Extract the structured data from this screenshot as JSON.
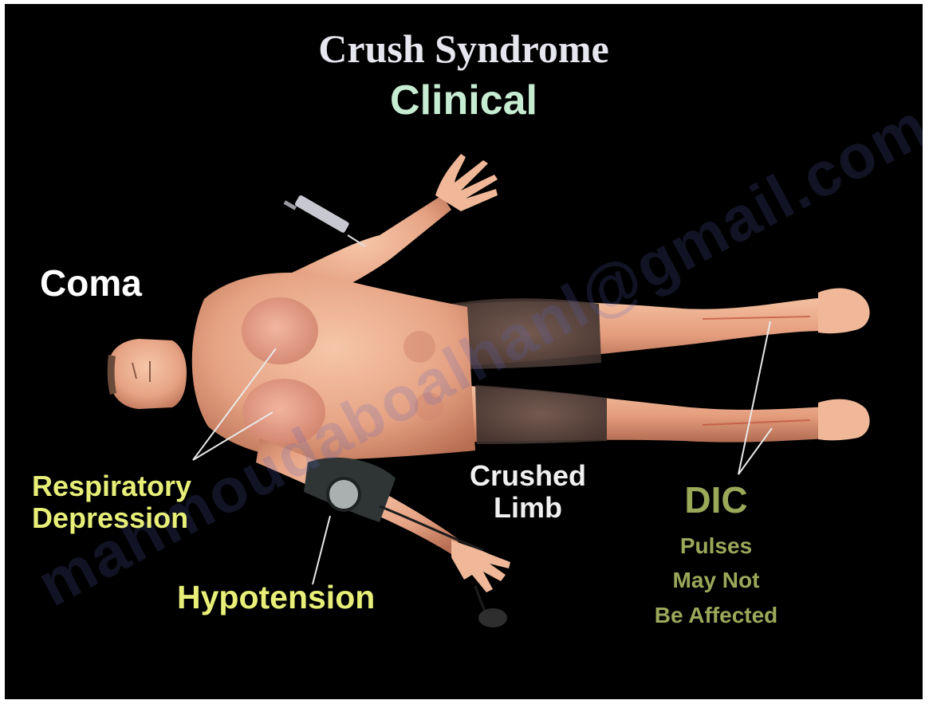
{
  "title": "Crush Syndrome",
  "subtitle": "Clinical",
  "labels": {
    "coma": "Coma",
    "respiratory": "Respiratory\nDepression",
    "hypotension": "Hypotension",
    "crushed_limb": "Crushed\nLimb",
    "dic": "DIC",
    "pulses_note": "Pulses\nMay Not\nBe Affected"
  },
  "watermark": "mahmoudaboalhanl@gmail.com",
  "colors": {
    "background": "#000000",
    "title": "#e6e6ee",
    "subtitle": "#c6ecd2",
    "yellow_labels": "#e8ef78",
    "olive_labels": "#9aa85a",
    "skin": "#e9a98a",
    "bruise": "#5a4640"
  }
}
